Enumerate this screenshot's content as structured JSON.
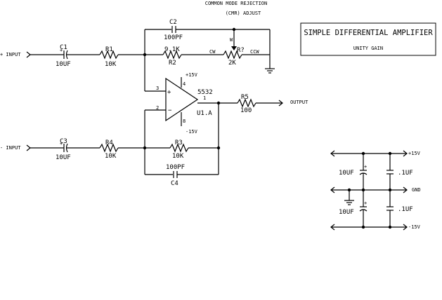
{
  "header": {
    "cmr_line1": "COMMON MODE REJECTION",
    "cmr_line2": "(CMR) ADJUST"
  },
  "title_box": {
    "title": "SIMPLE DIFFERENTIAL AMPLIFIER",
    "subtitle": "UNITY GAIN"
  },
  "ports": {
    "plus_input": "+ INPUT",
    "minus_input": "- INPUT",
    "output": "OUTPUT"
  },
  "components": {
    "c1": {
      "ref": "C1",
      "value": "10UF",
      "polarity": "+"
    },
    "c2": {
      "ref": "C2",
      "value": "100PF"
    },
    "c3": {
      "ref": "C3",
      "value": "10UF",
      "polarity": "+"
    },
    "c4": {
      "ref": "C4",
      "value": "100PF"
    },
    "r1": {
      "ref": "R1",
      "value": "10K"
    },
    "r2": {
      "ref": "R2",
      "value": "9.1K"
    },
    "rp": {
      "ref": "R?",
      "value": "2K",
      "wiper": "W",
      "cw": "CW",
      "ccw": "CCW"
    },
    "r3": {
      "ref": "R3",
      "value": "10K"
    },
    "r4": {
      "ref": "R4",
      "value": "10K"
    },
    "r5": {
      "ref": "R5",
      "value": "100"
    },
    "u1": {
      "ref": "U1.A",
      "part": "5532",
      "pin_plus": "3",
      "pin_minus": "2",
      "pin_out": "1",
      "pin_vpos": "4",
      "pin_vneg": "8",
      "vpos": "+15V",
      "vneg": "-15V"
    }
  },
  "power": {
    "rail_pos": "+15V",
    "rail_gnd": "GND",
    "rail_neg": "-15V",
    "cap_top_left": "10UF",
    "cap_top_right": ".1UF",
    "cap_bot_left": "10UF",
    "cap_bot_right": ".1UF",
    "cap_polarity": "+"
  }
}
